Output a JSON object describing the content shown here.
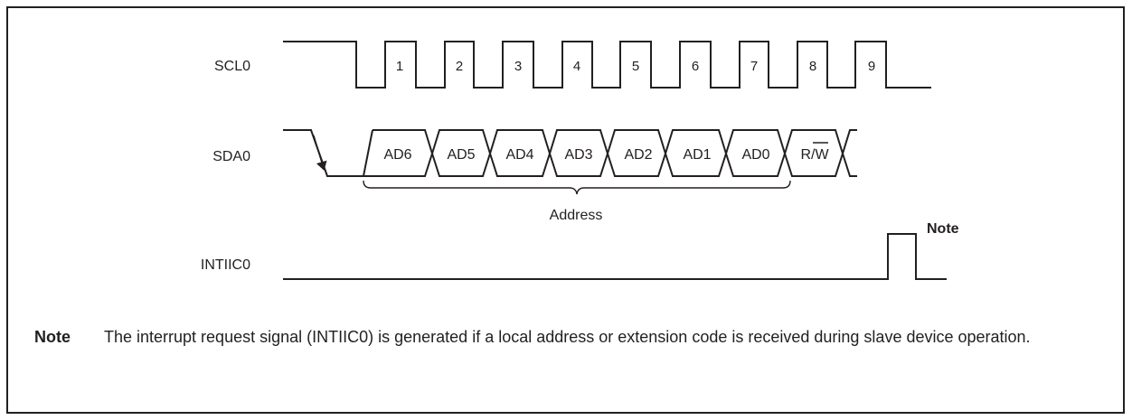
{
  "signals": {
    "scl": "SCL0",
    "sda": "SDA0",
    "intiic": "INTIIC0"
  },
  "clock_pulses": [
    "1",
    "2",
    "3",
    "4",
    "5",
    "6",
    "7",
    "8",
    "9"
  ],
  "sda_bits": [
    "AD6",
    "AD5",
    "AD4",
    "AD3",
    "AD2",
    "AD1",
    "AD0"
  ],
  "rw_bit": {
    "prefix": "R/",
    "overlined": "W"
  },
  "address_label": "Address",
  "intiic_note_tag": "Note",
  "note": {
    "heading": "Note",
    "text": "The interrupt request signal (INTIIC0) is generated if a local address or extension code is received during slave device operation."
  }
}
